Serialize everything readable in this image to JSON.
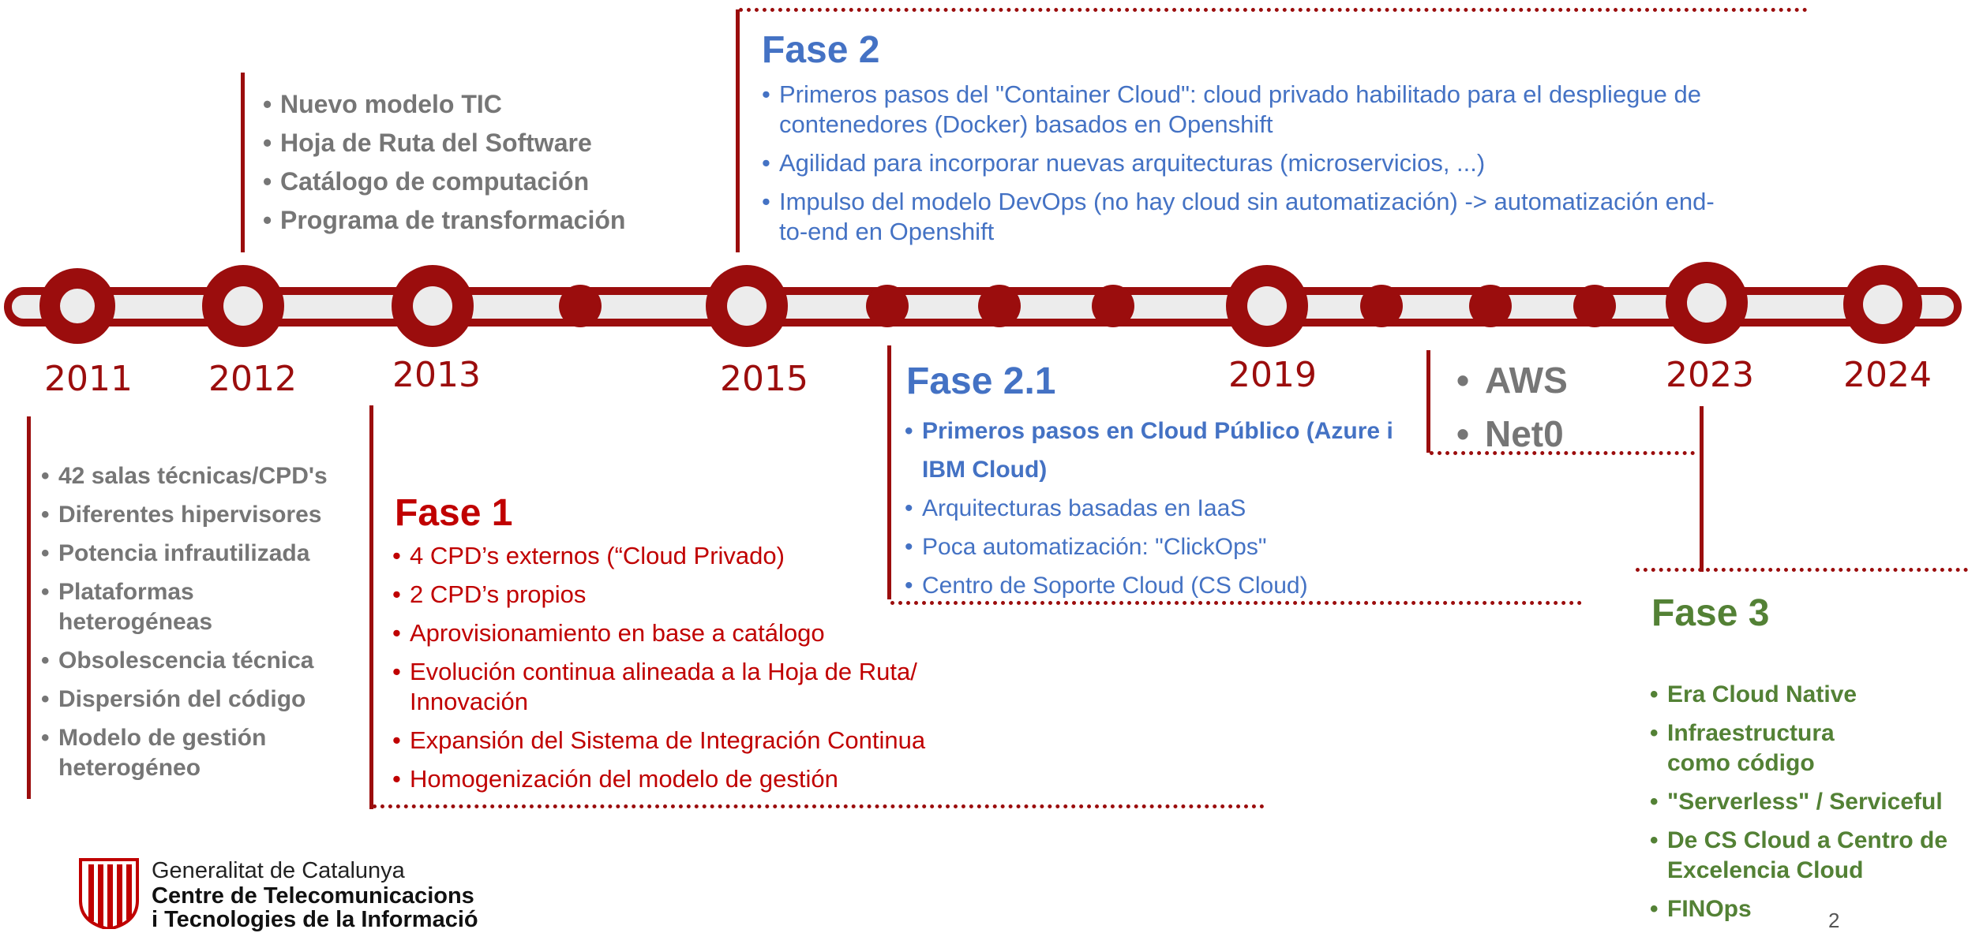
{
  "timeline": {
    "years": [
      "2011",
      "2012",
      "2013",
      "2015",
      "2019",
      "2023",
      "2024"
    ]
  },
  "block_2012": {
    "items": [
      "Nuevo modelo TIC",
      "Hoja de Ruta del Software",
      "Catálogo de computación",
      "Programa de transformación"
    ]
  },
  "block_2011": {
    "items": [
      "42 salas técnicas/CPD's",
      "Diferentes hipervisores",
      "Potencia infrautilizada",
      "Plataformas heterogéneas",
      "Obsolescencia técnica",
      "Dispersión del código",
      "Modelo de gestión heterogéneo"
    ]
  },
  "fase1": {
    "title": "Fase 1",
    "items": [
      "4 CPD’s externos (“Cloud Privado)",
      "2 CPD’s propios",
      "Aprovisionamiento en base a catálogo",
      "Evolución continua alineada a la Hoja de Ruta/ Innovación",
      "Expansión del Sistema de Integración Continua",
      "Homogenización del modelo de gestión"
    ]
  },
  "fase2": {
    "title": "Fase 2",
    "items": [
      "Primeros pasos del \"Container Cloud\": cloud privado habilitado para el despliegue de contenedores (Docker) basados en Openshift",
      "Agilidad para incorporar nuevas arquitecturas (microservicios, ...)",
      "Impulso del modelo DevOps (no hay cloud sin automatización) -> automatización end-to-end en Openshift"
    ]
  },
  "fase21": {
    "title": "Fase 2.1",
    "bold_item": "Primeros pasos en Cloud Público (Azure i IBM Cloud)",
    "items": [
      "Arquitecturas basadas en IaaS",
      "Poca automatización: \"ClickOps\"",
      "Centro de Soporte Cloud (CS Cloud)"
    ]
  },
  "block_2020": {
    "items": [
      "AWS",
      "Net0"
    ]
  },
  "fase3": {
    "title": "Fase 3",
    "items": [
      "Era Cloud Native",
      "Infraestructura como código",
      "\"Serverless\" / Serviceful",
      "De CS Cloud a Centro de Excelencia Cloud",
      "FINOps"
    ]
  },
  "logo": {
    "line1": "Generalitat de Catalunya",
    "line2": "Centre de Telecomunicacions",
    "line3": "i Tecnologies de la Informació"
  },
  "page_number": "2",
  "colors": {
    "timeline": "#9b0d0d",
    "fase1": "#c00000",
    "fase2": "#4472c4",
    "fase3": "#538135",
    "grey": "#767676"
  }
}
